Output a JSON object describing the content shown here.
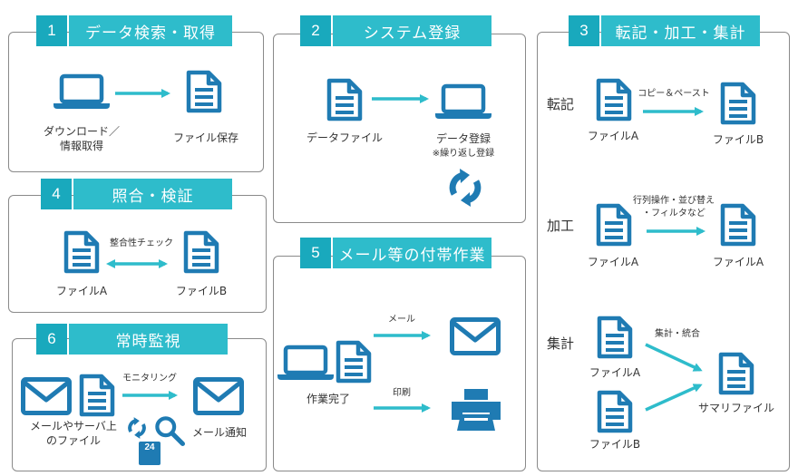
{
  "sections": {
    "s1": {
      "num": "1",
      "title": "データ検索・取得",
      "left_label_1": "ダウンロード／",
      "left_label_2": "情報取得",
      "right_label": "ファイル保存"
    },
    "s2": {
      "num": "2",
      "title": "システム登録",
      "left_label": "データファイル",
      "right_label": "データ登録",
      "right_note": "※繰り返し登録"
    },
    "s3": {
      "num": "3",
      "title": "転記・加工・集計",
      "rows": [
        {
          "side": "転記",
          "arrow_label": "コピー＆ペースト",
          "left": "ファイルA",
          "right": "ファイルB"
        },
        {
          "side": "加工",
          "arrow_label_1": "行列操作・並び替え",
          "arrow_label_2": "・フィルタなど",
          "left": "ファイルA",
          "right": "ファイルA"
        },
        {
          "side": "集計",
          "arrow_label": "集計・統合",
          "left_top": "ファイルA",
          "left_bottom": "ファイルB",
          "right": "サマリファイル"
        }
      ]
    },
    "s4": {
      "num": "4",
      "title": "照合・検証",
      "arrow_label": "整合性チェック",
      "left": "ファイルA",
      "right": "ファイルB"
    },
    "s5": {
      "num": "5",
      "title": "メール等の付帯作業",
      "left_label": "作業完了",
      "top_arrow": "メール",
      "bottom_arrow": "印刷"
    },
    "s6": {
      "num": "6",
      "title": "常時監視",
      "arrow_label": "モニタリング",
      "left_label_1": "メールやサーバ上",
      "left_label_2": "のファイル",
      "right_label": "メール通知",
      "badge": "24"
    }
  },
  "colors": {
    "accent": "#2ebccb",
    "accent_dark": "#19a9bd",
    "icon": "#1f7bb3",
    "arrow": "#2ebccb"
  }
}
